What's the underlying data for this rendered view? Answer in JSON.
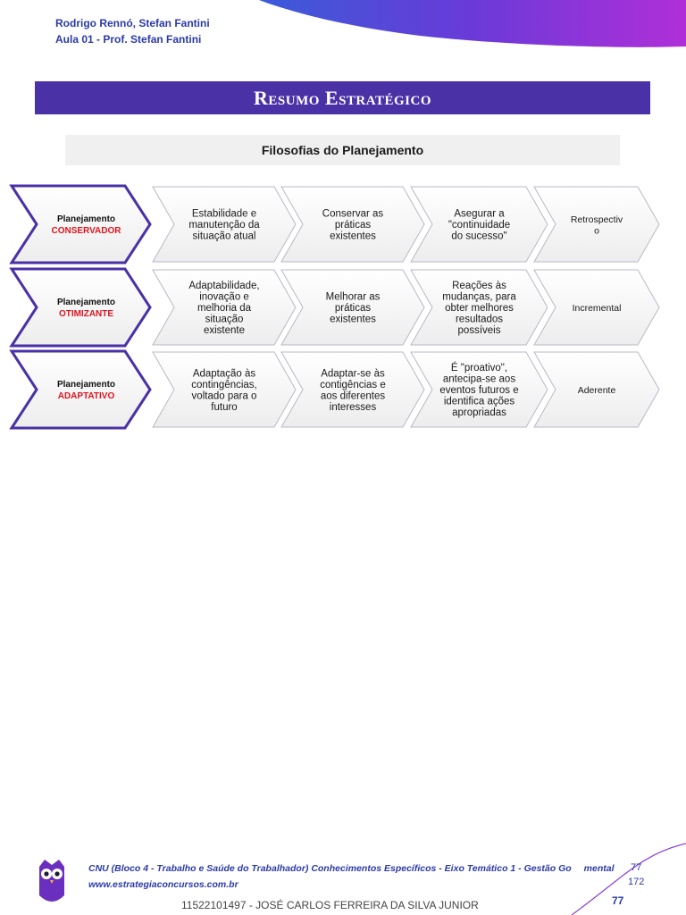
{
  "header": {
    "authors": "Rodrigo Rennó, Stefan Fantini",
    "aula": "Aula 01 - Prof. Stefan Fantini"
  },
  "banner": {
    "title": "Resumo Estratégico"
  },
  "subtitle": "Filosofias do Planejamento",
  "rows": [
    {
      "label_top": "Planejamento",
      "label_type": "CONSERVADOR",
      "cells": [
        [
          "Estabilidade e",
          "manutenção da",
          "situação atual"
        ],
        [
          "Conservar as",
          "práticas",
          "existentes"
        ],
        [
          "Asegurar a",
          "\"continuidade",
          "do sucesso\""
        ],
        [
          "Retrospectiv",
          "o"
        ]
      ]
    },
    {
      "label_top": "Planejamento",
      "label_type": "OTIMIZANTE",
      "cells": [
        [
          "Adaptabilidade,",
          "inovação e",
          "melhoria da",
          "situação",
          "existente"
        ],
        [
          "Melhorar as",
          "práticas",
          "existentes"
        ],
        [
          "Reações às",
          "mudanças, para",
          "obter melhores",
          "resultados",
          "possíveis"
        ],
        [
          "Incremental"
        ]
      ]
    },
    {
      "label_top": "Planejamento",
      "label_type": "ADAPTATIVO",
      "cells": [
        [
          "Adaptação às",
          "contingências,",
          "voltado para o",
          "futuro"
        ],
        [
          "Adaptar-se às",
          "contigências e",
          "aos diferentes",
          "interesses"
        ],
        [
          "É \"proativo\",",
          "antecipa-se aos",
          "eventos futuros e",
          "identifica ações",
          "apropriadas"
        ],
        [
          "Aderente"
        ]
      ]
    }
  ],
  "footer": {
    "course": "CNU (Bloco 4 - Trabalho e Saúde do Trabalhador) Conhecimentos Específicos - Eixo Temático 1 - Gestão Go",
    "course_end": "mental",
    "site": "www.estrategiaconcursos.com.br",
    "page_a": "77",
    "page_b": "172",
    "page_c": "77",
    "owner": "11522101497 - JOSÉ CARLOS FERREIRA DA SILVA JUNIOR"
  },
  "colors": {
    "accent": "#4a31a6",
    "header_text": "#2b3aa8",
    "label_red": "#e0141e",
    "chevron_border": "#4a31a6"
  }
}
